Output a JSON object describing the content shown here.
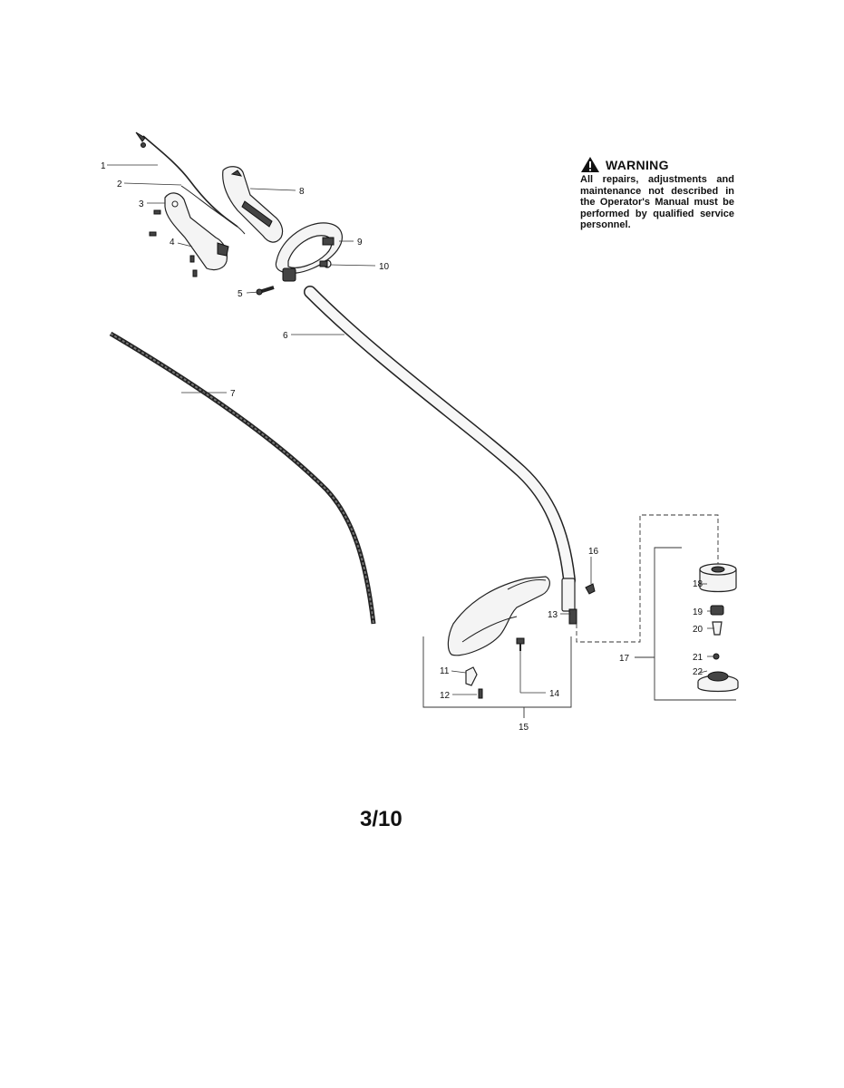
{
  "warning": {
    "title": "WARNING",
    "icon": "warning-triangle-icon",
    "text": "All repairs, adjustments and maintenance not described in the Operator's Manual must be performed by qualified service personnel."
  },
  "page_number": "3/10",
  "callouts": {
    "c1": "1",
    "c2": "2",
    "c3": "3",
    "c4": "4",
    "c5": "5",
    "c6": "6",
    "c7": "7",
    "c8": "8",
    "c9": "9",
    "c10": "10",
    "c11": "11",
    "c12": "12",
    "c13": "13",
    "c14": "14",
    "c15": "15",
    "c16": "16",
    "c17": "17",
    "c18": "18",
    "c19": "19",
    "c20": "20",
    "c21": "21",
    "c22": "22"
  }
}
